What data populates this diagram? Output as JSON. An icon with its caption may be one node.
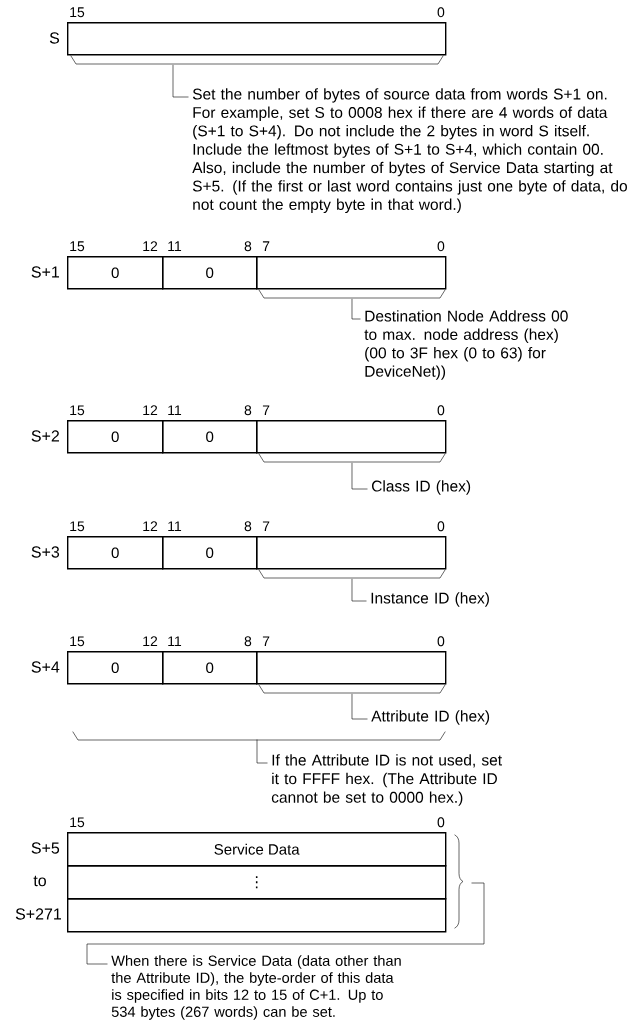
{
  "diagram": {
    "nodes": [
      {
        "text": [],
        "shape": "box",
        "beside": [
          "S"
        ]
      },
      {
        "text": [
          "Set the number of bytes of source data from words S+1 on. For example, set S to 0008 hex if there are 4 words of data (S+1 to S+4). Do not include the 2 bytes in word S itself. Include the leftmost bytes of S+1 to S+4, which contain 00. Also, include the number of bytes of Service Data starting at S+5. (If the first or last word contains just one byte of data, do not count the empty byte in that word.)"
        ]
      },
      {
        "text": [
          "0"
        ],
        "beside": [
          "S+1"
        ]
      },
      {
        "text": [
          "0"
        ]
      },
      {
        "text": [],
        "shape": "box"
      },
      {
        "text": [
          "Destination Node Address 00 to max. node address (hex) (00 to 3F hex (0 to 63) for DeviceNet))"
        ]
      },
      {
        "text": [
          "0"
        ],
        "beside": [
          "S+2"
        ]
      },
      {
        "text": [
          "0"
        ]
      },
      {
        "text": [],
        "shape": "box"
      },
      {
        "text": [
          "Class ID (hex)"
        ]
      },
      {
        "text": [
          "0"
        ],
        "beside": [
          "S+3"
        ]
      },
      {
        "text": [
          "0"
        ]
      },
      {
        "text": [],
        "shape": "box"
      },
      {
        "text": [
          "Instance ID (hex)"
        ]
      },
      {
        "text": [
          "0"
        ],
        "beside": [
          "S+4"
        ]
      },
      {
        "text": [
          "0"
        ]
      },
      {
        "text": [],
        "shape": "box"
      },
      {
        "text": [
          "Attribute ID (hex)"
        ]
      },
      {
        "text": [
          "If the Attribute ID is not used, set it to FFFF hex. (The Attribute ID cannot be set to 0000 hex.)"
        ]
      },
      {
        "text": [
          "Service Data"
        ],
        "beside": [
          "S+5"
        ]
      },
      {
        "text": [
          "⋮"
        ],
        "beside": [
          "to"
        ]
      },
      {
        "text": [],
        "shape": "box",
        "beside": [
          "S+271"
        ]
      },
      {
        "text": [
          "When there is Service Data (data other than the Attribute ID), the byte-order of this data is specified in bits 12 to 15 of C+1. Up to 534 bytes (267 words) can be set."
        ]
      }
    ],
    "edges": [
      {
        "from": 1,
        "to": 0,
        "arrow": "none"
      },
      {
        "from": 5,
        "to": 4,
        "arrow": "none"
      },
      {
        "from": 9,
        "to": 8,
        "arrow": "none"
      },
      {
        "from": 13,
        "to": 12,
        "arrow": "none"
      },
      {
        "from": 17,
        "to": 16,
        "arrow": "none"
      },
      {
        "from": 18,
        "to": null,
        "arrow": "none"
      },
      {
        "from": 22,
        "to": null,
        "arrow": "none"
      }
    ],
    "labels": [
      "15",
      "0",
      "15",
      "12",
      "11",
      "8",
      "7",
      "0",
      "15",
      "12",
      "11",
      "8",
      "7",
      "0",
      "15",
      "12",
      "11",
      "8",
      "7",
      "0",
      "15",
      "12",
      "11",
      "8",
      "7",
      "0",
      "15",
      "0"
    ]
  }
}
